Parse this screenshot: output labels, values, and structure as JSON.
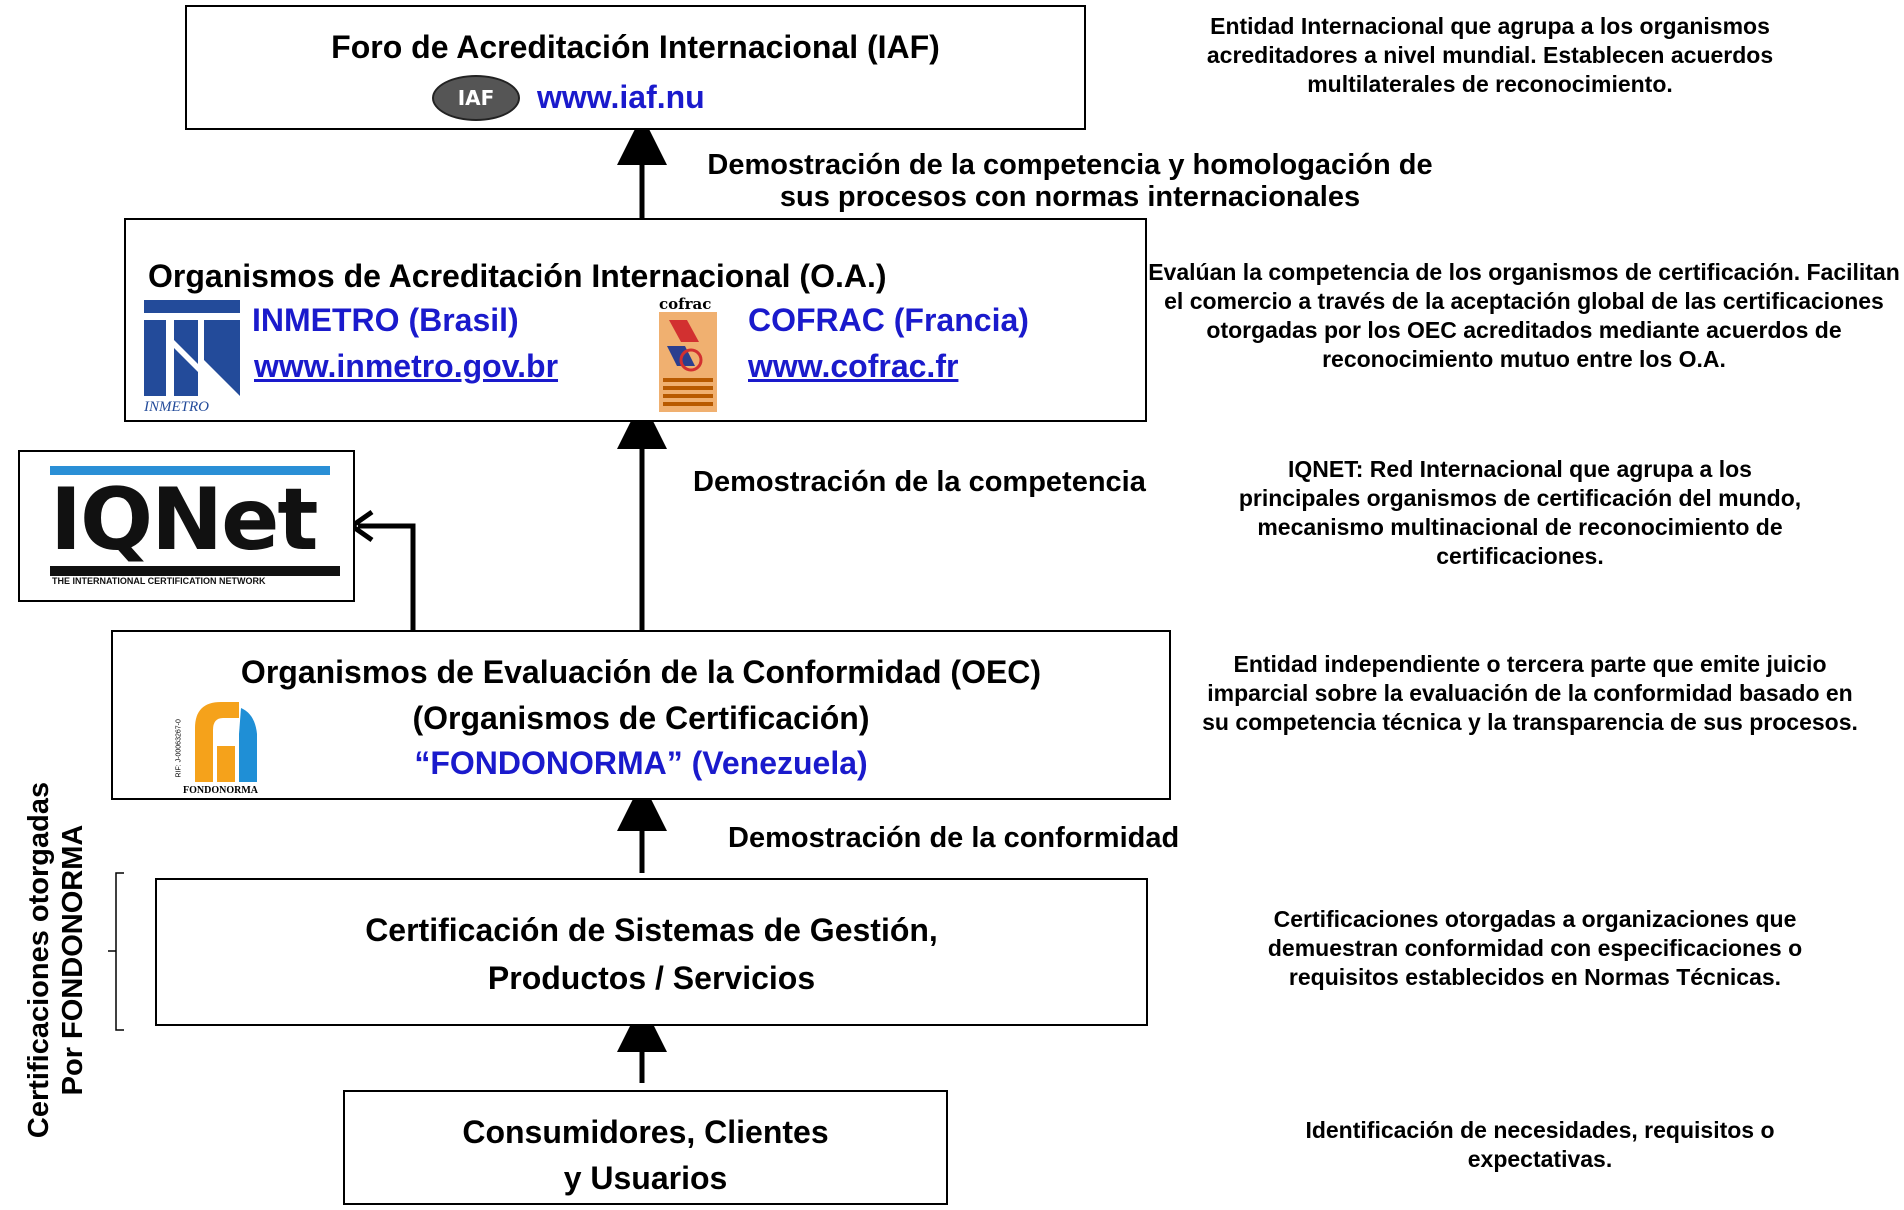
{
  "iaf": {
    "title": "Foro de Acreditación Internacional (IAF)",
    "url": "www.iaf.nu",
    "logo_text": "IAF",
    "note": "Entidad Internacional que agrupa a los organismos acreditadores a nivel mundial. Establecen acuerdos multilaterales de reconocimiento."
  },
  "arrow_label_1": "Demostración de la competencia y homologación de sus procesos con normas internacionales",
  "oa": {
    "title": "Organismos de Acreditación  Internacional (O.A.)",
    "inmetro_name": "INMETRO (Brasil)",
    "inmetro_url": "www.inmetro.gov.br",
    "inmetro_logo_text": "INMETRO",
    "cofrac_name": "COFRAC (Francia)",
    "cofrac_url": "www.cofrac.fr",
    "cofrac_logo_text": "cofrac",
    "note": "Evalúan la competencia de los organismos de certificación. Facilitan el comercio a través de la aceptación global de las certificaciones otorgadas por los OEC acreditados mediante acuerdos de reconocimiento mutuo entre los O.A."
  },
  "arrow_label_2": "Demostración de la competencia",
  "iqnet": {
    "logo_text": "IQNet",
    "tagline": "THE INTERNATIONAL CERTIFICATION NETWORK",
    "note": "IQNET: Red Internacional  que agrupa a los principales organismos de certificación del mundo, mecanismo multinacional de reconocimiento de certificaciones."
  },
  "oec": {
    "title": "Organismos de Evaluación de la Conformidad (OEC)",
    "subtitle": "(Organismos de Certificación)",
    "name": "“FONDONORMA” (Venezuela)",
    "logo_text": "FONDONORMA",
    "rif_text": "RIF: J-00063267-0",
    "note": "Entidad independiente o tercera parte que  emite juicio imparcial sobre la evaluación de la conformidad basado en su competencia técnica y  la  transparencia de sus procesos."
  },
  "arrow_label_3": "Demostración de la conformidad",
  "cert": {
    "line1": "Certificación de Sistemas de Gestión,",
    "line2": "Productos / Servicios",
    "note": "Certificaciones otorgadas a organizaciones que demuestran conformidad con especificaciones o requisitos establecidos en Normas Técnicas."
  },
  "consumers": {
    "line1": "Consumidores, Clientes",
    "line2": "y Usuarios",
    "note": "Identificación de necesidades, requisitos o expectativas."
  },
  "side_label": {
    "line1": "Certificaciones otorgadas",
    "line2": "Por FONDONORMA"
  },
  "colors": {
    "text_blue": "#1a1acc",
    "logo_orange": "#f5a21b",
    "logo_blue": "#1f8fd6",
    "inmetro_blue": "#234b9a"
  }
}
